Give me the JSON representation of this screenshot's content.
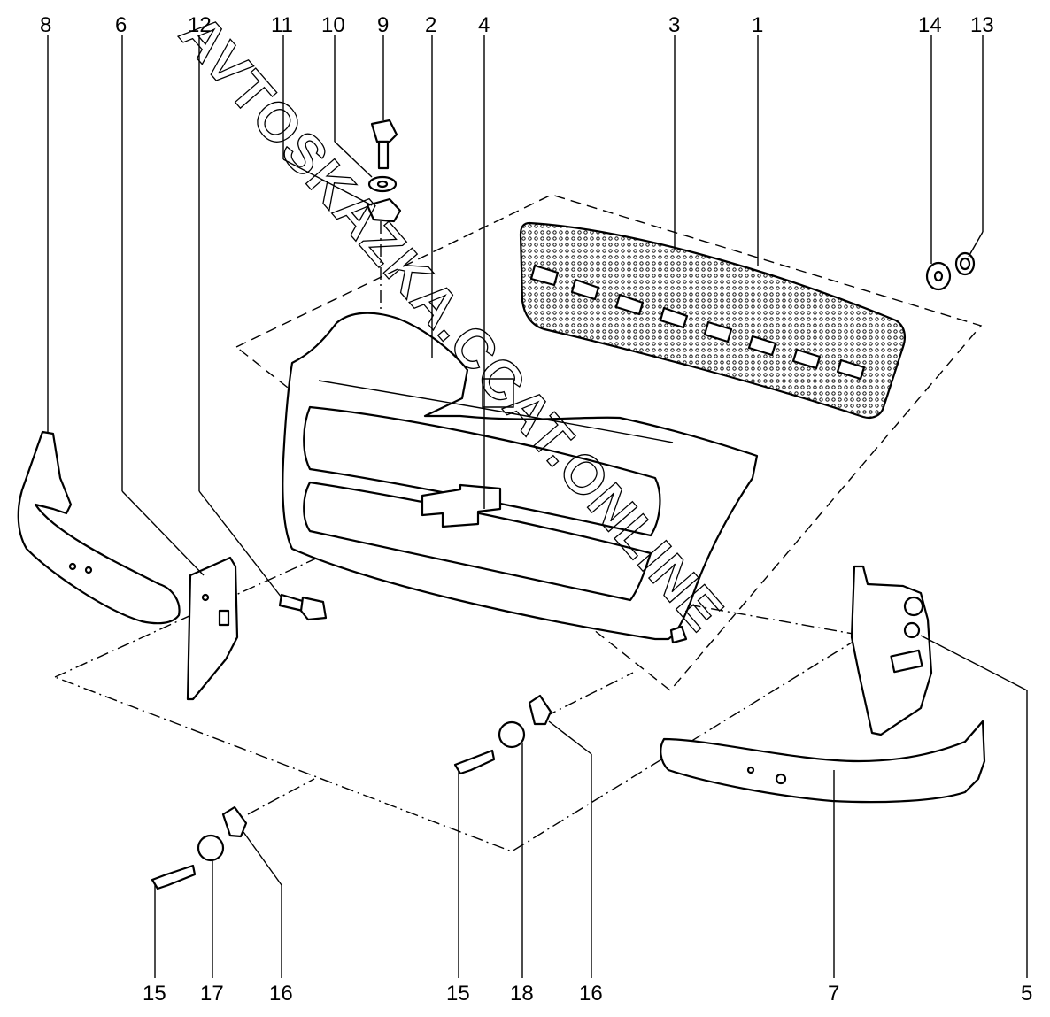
{
  "watermark": {
    "text": "AVTOSKAZKA.CCAT.ONLINE"
  },
  "callouts": [
    {
      "id": "c8-top",
      "label": "8"
    },
    {
      "id": "c6-top",
      "label": "6"
    },
    {
      "id": "c12-top",
      "label": "12"
    },
    {
      "id": "c11-top",
      "label": "11"
    },
    {
      "id": "c10-top",
      "label": "10"
    },
    {
      "id": "c9-top",
      "label": "9"
    },
    {
      "id": "c2-top",
      "label": "2"
    },
    {
      "id": "c4-top",
      "label": "4"
    },
    {
      "id": "c3-top",
      "label": "3"
    },
    {
      "id": "c1-top",
      "label": "1"
    },
    {
      "id": "c14-top",
      "label": "14"
    },
    {
      "id": "c13-top",
      "label": "13"
    },
    {
      "id": "c15-bl",
      "label": "15"
    },
    {
      "id": "c17-b",
      "label": "17"
    },
    {
      "id": "c16-bl",
      "label": "16"
    },
    {
      "id": "c15-bm",
      "label": "15"
    },
    {
      "id": "c18-b",
      "label": "18"
    },
    {
      "id": "c16-bm",
      "label": "16"
    },
    {
      "id": "c7-b",
      "label": "7"
    },
    {
      "id": "c5-b",
      "label": "5"
    }
  ]
}
